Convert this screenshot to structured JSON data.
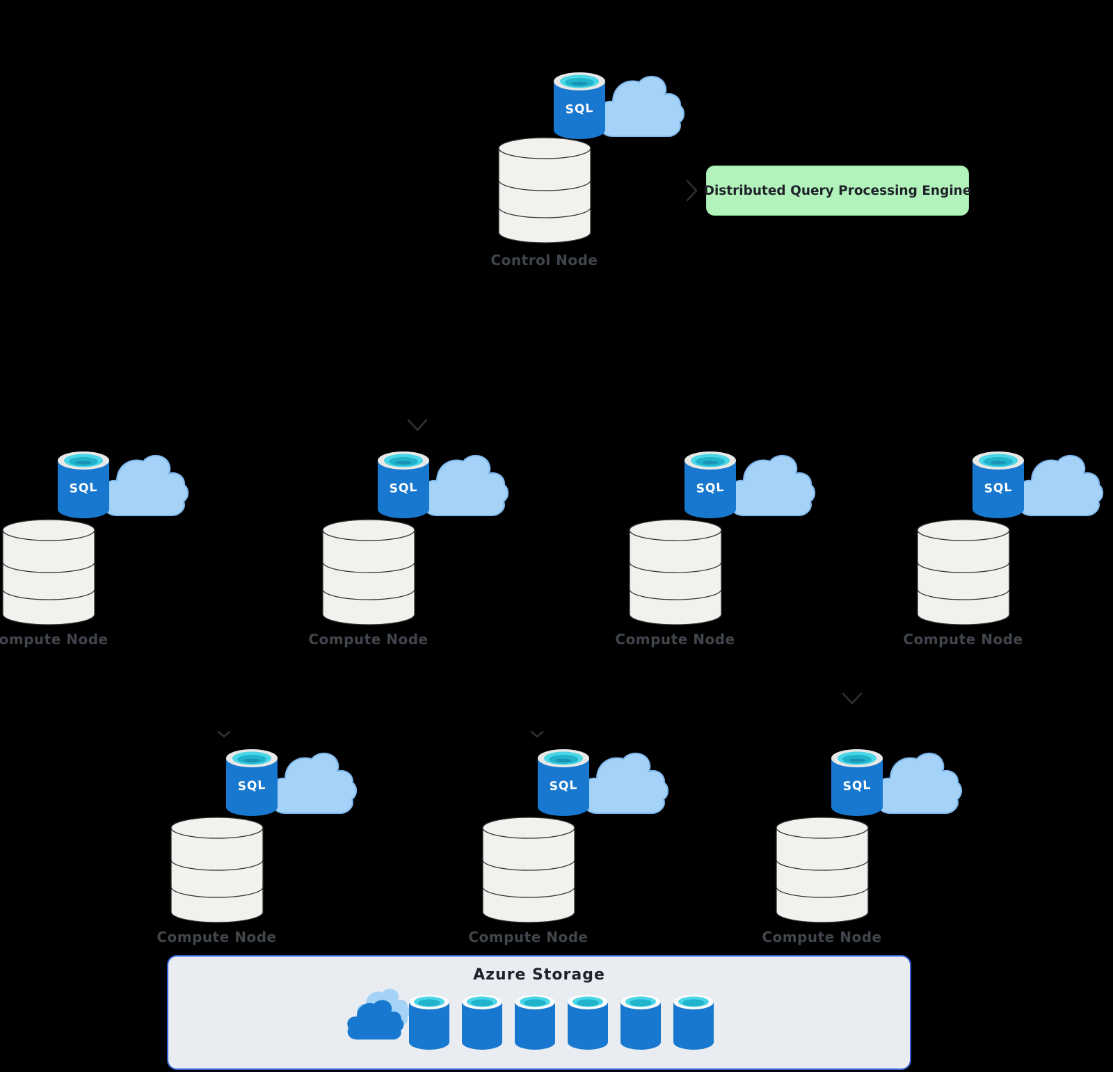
{
  "diagram": {
    "control": {
      "label": "Control Node"
    },
    "engine": {
      "label": "Distributed Query Processing Engine"
    },
    "compute_row_1": [
      {
        "label": "Compute Node"
      },
      {
        "label": "Compute Node"
      },
      {
        "label": "Compute Node"
      },
      {
        "label": "Compute Node"
      }
    ],
    "compute_row_2": [
      {
        "label": "Compute Node"
      },
      {
        "label": "Compute Node"
      },
      {
        "label": "Compute Node"
      }
    ],
    "storage": {
      "title": "Azure Storage",
      "disk_count": 6
    },
    "sql_label": "SQL",
    "colors": {
      "background": "#000000",
      "sql_blue": "#1878cf",
      "cyan_top": "#49d6e6",
      "cloud_blue": "#a5d2f7",
      "engine_green": "#b2f2bb",
      "storage_fill": "#e9ecf1",
      "storage_border": "#2e5fd3",
      "label_gray": "#41464d",
      "text_dark": "#1e2228"
    }
  }
}
